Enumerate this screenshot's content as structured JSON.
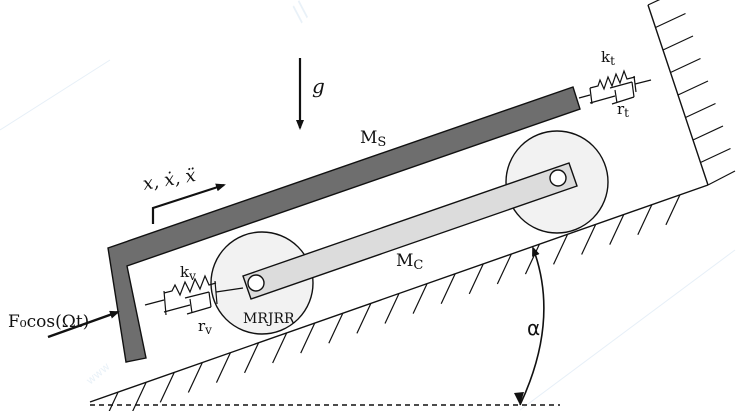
{
  "labels": {
    "gravity": "g",
    "sprung_mass": "M",
    "sprung_mass_sub": "S",
    "displacement": "x, ẋ, ẍ",
    "force": "F₀cos(Ωt)",
    "stiffness_top": "k",
    "stiffness_top_sub": "t",
    "damping_top": "r",
    "damping_top_sub": "t",
    "stiffness_left": "k",
    "stiffness_left_sub": "v",
    "damping_left": "r",
    "damping_left_sub": "v",
    "carriage_mass": "M",
    "carriage_mass_sub": "C",
    "roller_params": "MRJRR",
    "angle": "α"
  },
  "colors": {
    "sprung_mass_fill": "#6e6e6e",
    "carriage_fill": "#dcdcdc",
    "roller_fill": "#f2f2f2",
    "line": "#111111",
    "watermark": "#9fc3e0"
  }
}
